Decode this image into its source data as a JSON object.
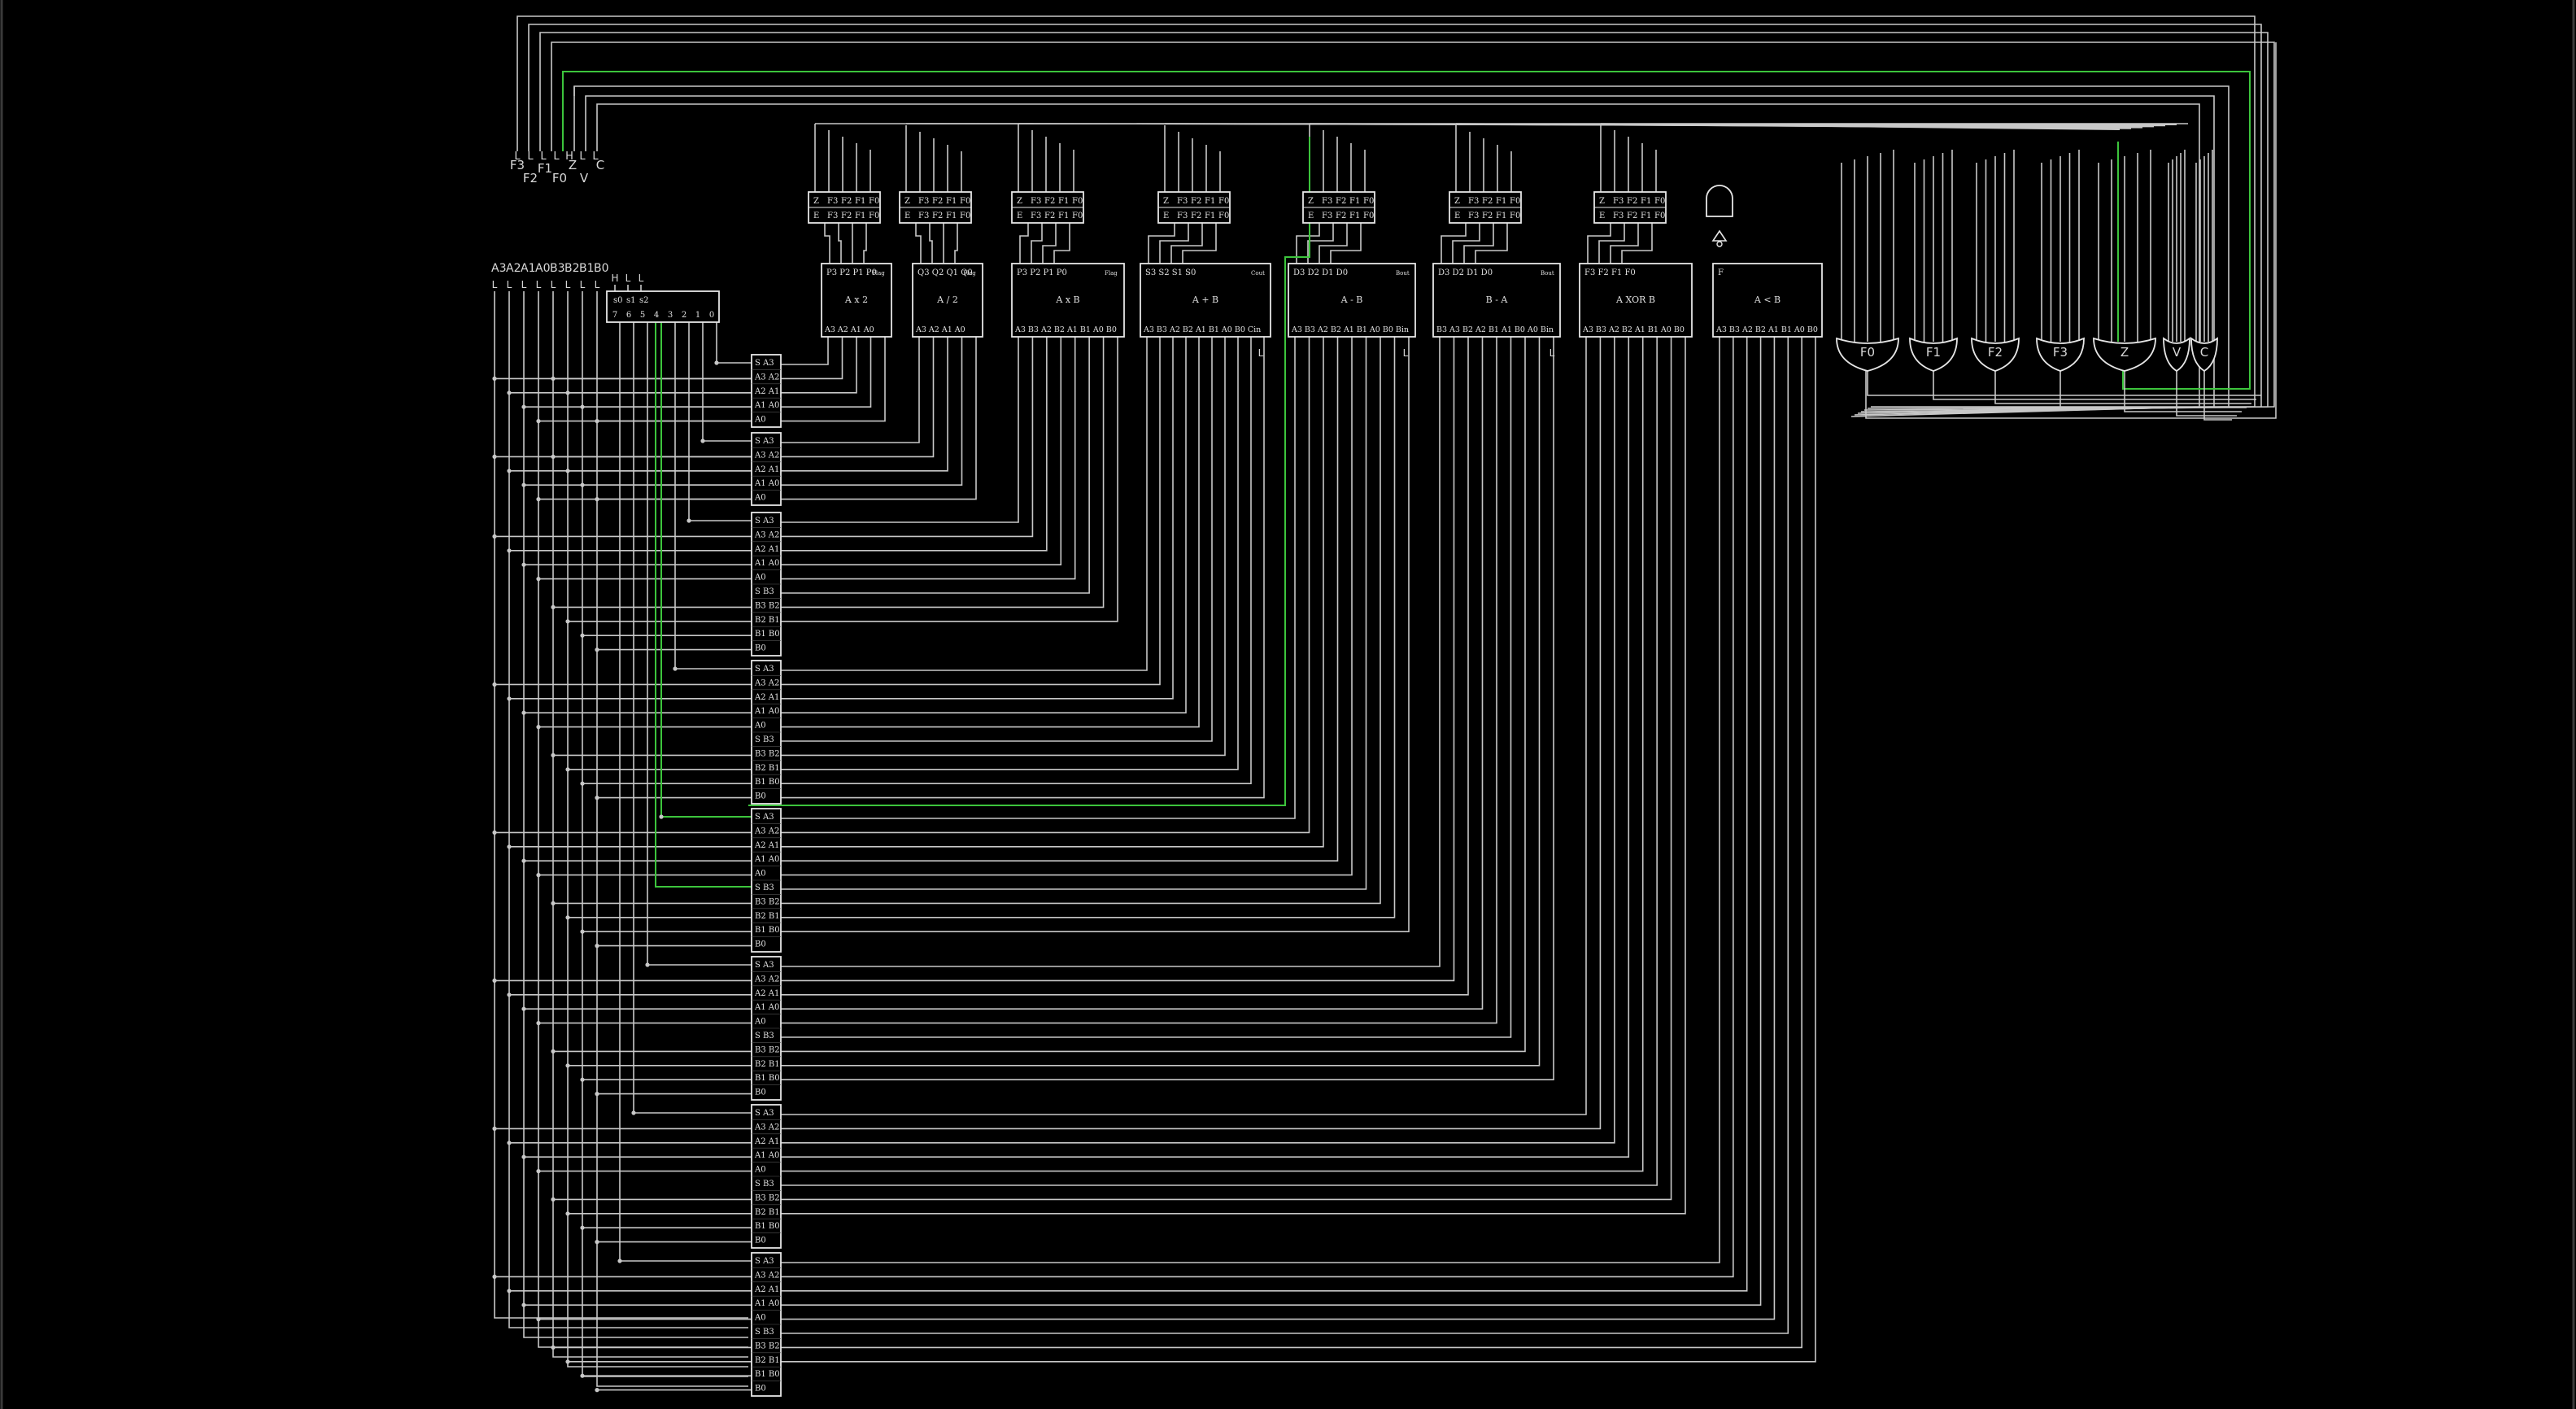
{
  "colors": {
    "background": "#000000",
    "wire": "#c8c8c8",
    "wire_active": "#3cc43c",
    "component": "#e6e6e6"
  },
  "outputs": {
    "states": [
      "L",
      "L",
      "L",
      "L",
      "H",
      "L",
      "L"
    ],
    "names": [
      "F3",
      "F2",
      "F1",
      "F0",
      "Z",
      "V",
      "C"
    ]
  },
  "inputs": {
    "names": [
      "A3",
      "A2",
      "A1",
      "A0",
      "B3",
      "B2",
      "B1",
      "B0"
    ],
    "states": [
      "L",
      "L",
      "L",
      "L",
      "L",
      "L",
      "L",
      "L"
    ]
  },
  "select": {
    "states": [
      "H",
      "L",
      "L"
    ],
    "header": [
      "s0",
      "s1",
      "s2"
    ],
    "outputs": [
      "7",
      "6",
      "5",
      "4",
      "3",
      "2",
      "1",
      "0"
    ]
  },
  "flag_muxes": [
    {
      "top": [
        "Z",
        "F3",
        "F2",
        "F1",
        "F0"
      ],
      "bottom": [
        "E",
        "F3",
        "F2",
        "F1",
        "F0"
      ]
    },
    {
      "top": [
        "Z",
        "F3",
        "F2",
        "F1",
        "F0"
      ],
      "bottom": [
        "E",
        "F3",
        "F2",
        "F1",
        "F0"
      ]
    },
    {
      "top": [
        "Z",
        "F3",
        "F2",
        "F1",
        "F0"
      ],
      "bottom": [
        "E",
        "F3",
        "F2",
        "F1",
        "F0"
      ]
    },
    {
      "top": [
        "Z",
        "F3",
        "F2",
        "F1",
        "F0"
      ],
      "bottom": [
        "E",
        "F3",
        "F2",
        "F1",
        "F0"
      ]
    },
    {
      "top": [
        "Z",
        "F3",
        "F2",
        "F1",
        "F0"
      ],
      "bottom": [
        "E",
        "F3",
        "F2",
        "F1",
        "F0"
      ]
    },
    {
      "top": [
        "Z",
        "F3",
        "F2",
        "F1",
        "F0"
      ],
      "bottom": [
        "E",
        "F3",
        "F2",
        "F1",
        "F0"
      ]
    },
    {
      "top": [
        "Z",
        "F3",
        "F2",
        "F1",
        "F0"
      ],
      "bottom": [
        "E",
        "F3",
        "F2",
        "F1",
        "F0"
      ]
    }
  ],
  "modules": [
    {
      "outs": "P3  P2  P1  P0",
      "flag": "Flag",
      "name": "A x 2",
      "ins": "A3  A2  A1  A0"
    },
    {
      "outs": "Q3 Q2 Q1 Q0",
      "flag": "Flag",
      "name": "A / 2",
      "ins": "A3  A2  A1  A0"
    },
    {
      "outs": "P3  P2  P1  P0",
      "flag": "Flag",
      "name": "A x B",
      "ins": "A3 B3 A2 B2 A1 B1 A0 B0"
    },
    {
      "outs": "S3  S2  S1  S0",
      "flag": "Cout",
      "name": "A + B",
      "ins": "A3 B3 A2 B2 A1 B1 A0 B0 Cin"
    },
    {
      "outs": "D3 D2 D1 D0",
      "flag": "Bout",
      "name": "A - B",
      "ins": "A3 B3 A2 B2 A1 B1 A0 B0 Bin"
    },
    {
      "outs": "D3 D2 D1 D0",
      "flag": "Bout",
      "name": "B - A",
      "ins": "B3 A3 B2 A2 B1 A1 B0 A0 Bin"
    },
    {
      "outs": "F3  F2  F1  F0",
      "flag": "",
      "name": "A XOR B",
      "ins": "A3 B3 A2 B2 A1 B1 A0 B0"
    },
    {
      "outs": "F",
      "flag": "",
      "name": "A < B",
      "ins": "A3 B3 A2 B2 A1 B1 A0 B0"
    }
  ],
  "carry_in_states": [
    "L",
    "L",
    "L"
  ],
  "or_gates": [
    "F0",
    "F1",
    "F2",
    "F3",
    "Z",
    "V",
    "C"
  ],
  "buffer_blocks": [
    {
      "rows": [
        "S   A3",
        "A3 A2",
        "A2 A1",
        "A1 A0",
        "A0"
      ]
    },
    {
      "rows": [
        "S   A3",
        "A3 A2",
        "A2 A1",
        "A1 A0",
        "A0"
      ]
    },
    {
      "rows": [
        "S   A3",
        "A3 A2",
        "A2 A1",
        "A1 A0",
        "A0",
        "S   B3",
        "B3 B2",
        "B2 B1",
        "B1 B0",
        "B0"
      ]
    },
    {
      "rows": [
        "S   A3",
        "A3 A2",
        "A2 A1",
        "A1 A0",
        "A0",
        "S   B3",
        "B3 B2",
        "B2 B1",
        "B1 B0",
        "B0"
      ]
    },
    {
      "rows": [
        "S   A3",
        "A3 A2",
        "A2 A1",
        "A1 A0",
        "A0",
        "S   B3",
        "B3 B2",
        "B2 B1",
        "B1 B0",
        "B0"
      ]
    },
    {
      "rows": [
        "S   A3",
        "A3 A2",
        "A2 A1",
        "A1 A0",
        "A0",
        "S   B3",
        "B3 B2",
        "B2 B1",
        "B1 B0",
        "B0"
      ]
    },
    {
      "rows": [
        "S   A3",
        "A3 A2",
        "A2 A1",
        "A1 A0",
        "A0",
        "S   B3",
        "B3 B2",
        "B2 B1",
        "B1 B0",
        "B0"
      ]
    },
    {
      "rows": [
        "S   A3",
        "A3 A2",
        "A2 A1",
        "A1 A0",
        "A0",
        "S   B3",
        "B3 B2",
        "B2 B1",
        "B1 B0",
        "B0"
      ]
    }
  ]
}
